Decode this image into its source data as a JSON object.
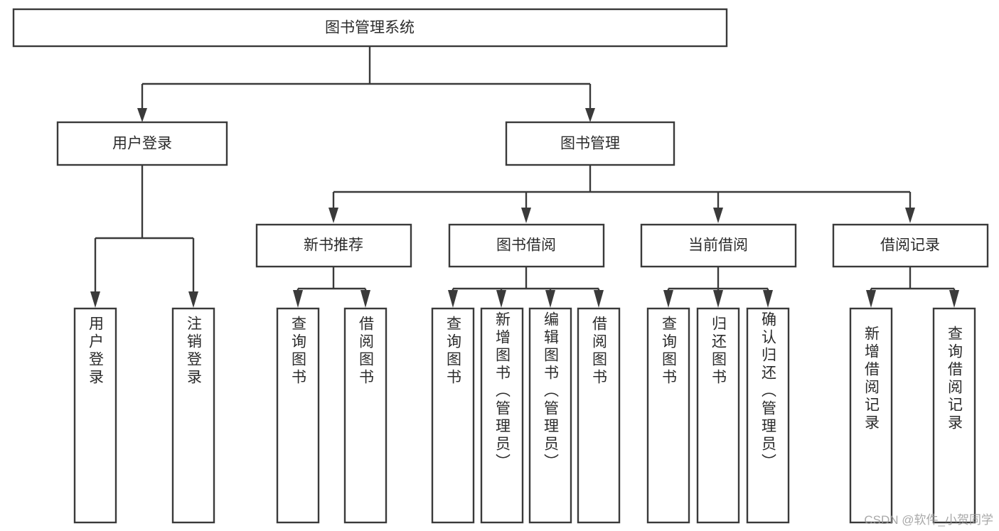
{
  "diagram": {
    "title": "图书管理系统",
    "type": "hierarchy-tree",
    "watermark": "CSDN @软件_小贺同学",
    "colors": {
      "background": "#ffffff",
      "box_fill": "#ffffff",
      "box_stroke": "#3a3a3a",
      "connector": "#3a3a3a",
      "text": "#2b2b2b",
      "watermark": "#9a9a9a"
    },
    "levels": {
      "root": {
        "label": "图书管理系统"
      },
      "level2": [
        {
          "label": "用户登录"
        },
        {
          "label": "图书管理"
        }
      ],
      "level3": [
        {
          "label": "新书推荐"
        },
        {
          "label": "图书借阅"
        },
        {
          "label": "当前借阅"
        },
        {
          "label": "借阅记录"
        }
      ],
      "leaves": {
        "user_login": [
          {
            "label": "用户登录"
          },
          {
            "label": "注销登录"
          }
        ],
        "new_book_recommend": [
          {
            "label": "查询图书"
          },
          {
            "label": "借阅图书"
          }
        ],
        "book_borrow": [
          {
            "label": "查询图书"
          },
          {
            "label": "新增图书（管理员）"
          },
          {
            "label": "编辑图书（管理员）"
          },
          {
            "label": "借阅图书"
          }
        ],
        "current_borrow": [
          {
            "label": "查询图书"
          },
          {
            "label": "归还图书"
          },
          {
            "label": "确认归还（管理员）"
          }
        ],
        "borrow_record": [
          {
            "label": "新增借阅记录"
          },
          {
            "label": "查询借阅记录"
          }
        ]
      }
    }
  }
}
